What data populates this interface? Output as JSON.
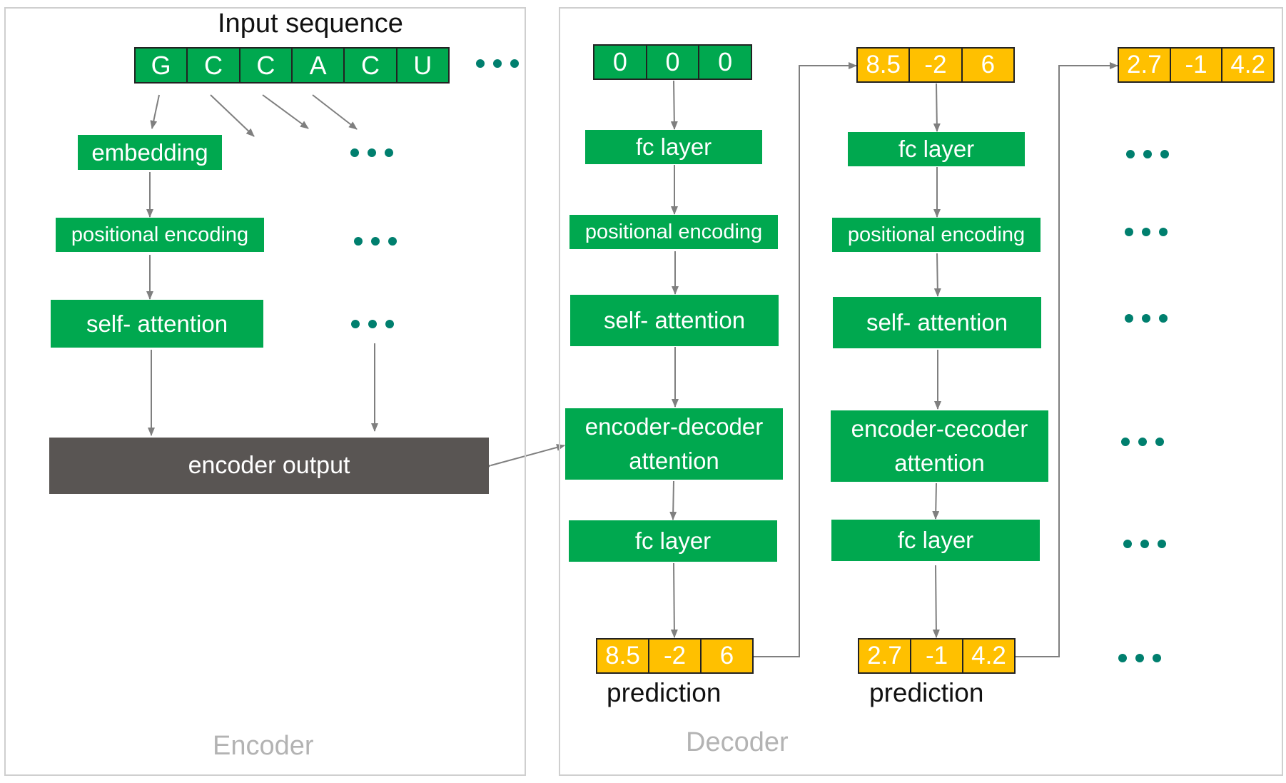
{
  "encoder": {
    "title": "Input sequence",
    "input_sequence": [
      "G",
      "C",
      "C",
      "A",
      "C",
      "U"
    ],
    "embedding": "embedding",
    "positional_encoding": "positional encoding",
    "self_attention": "self- attention",
    "output": "encoder output",
    "label": "Encoder"
  },
  "decoder": {
    "label": "Decoder",
    "initial_input": [
      "0",
      "0",
      "0"
    ],
    "steps": [
      {
        "fc_layer": "fc layer",
        "positional_encoding": "positional encoding",
        "self_attention": "self- attention",
        "cross_attention_line1": "encoder-decoder",
        "cross_attention_line2": "attention",
        "fc_layer_out": "fc layer",
        "prediction_values": [
          "8.5",
          "-2",
          "6"
        ],
        "prediction_label": "prediction"
      },
      {
        "fc_layer": "fc layer",
        "positional_encoding": "positional encoding",
        "self_attention": "self- attention",
        "cross_attention_line1": "encoder-cecoder",
        "cross_attention_line2": "attention",
        "fc_layer_out": "fc layer",
        "prediction_values": [
          "2.7",
          "-1",
          "4.2"
        ],
        "prediction_label": "prediction"
      }
    ],
    "next_input": [
      "2.7",
      "-1",
      "4.2"
    ]
  },
  "colors": {
    "block_green": "#00a84f",
    "output_gray": "#595553",
    "prediction_yellow": "#ffc000",
    "dots_teal": "#007f6e",
    "arrow_gray": "#7f7f7f"
  }
}
